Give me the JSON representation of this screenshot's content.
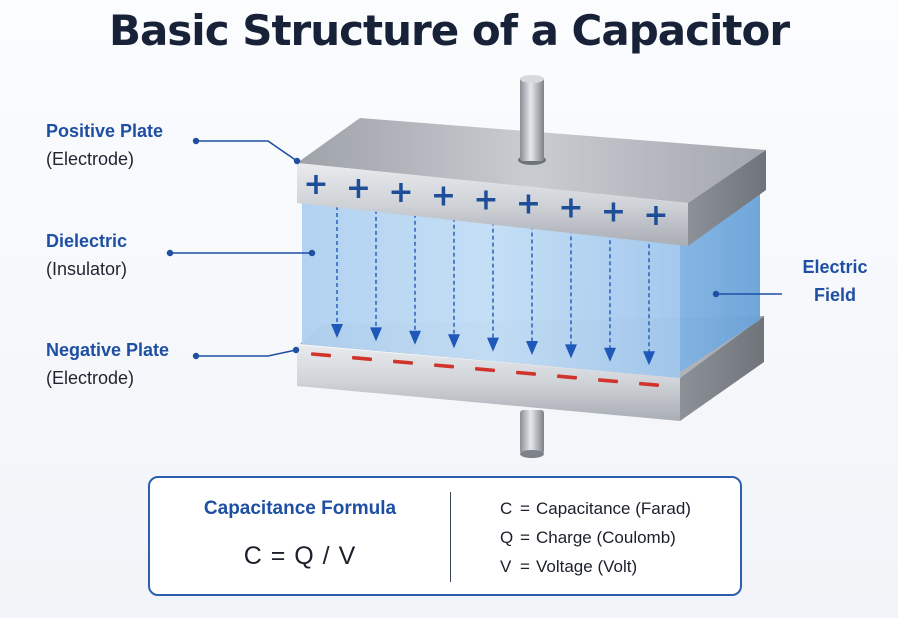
{
  "title": "Basic Structure of a Capacitor",
  "labels": {
    "positive_plate": {
      "name": "Positive Plate",
      "detail": "(Electrode)"
    },
    "dielectric": {
      "name": "Dielectric",
      "detail": "(Insulator)"
    },
    "negative_plate": {
      "name": "Negative Plate",
      "detail": "(Electrode)"
    },
    "electric_field": {
      "line1": "Electric",
      "line2": "Field"
    }
  },
  "plates": {
    "positive_symbol": "+",
    "negative_symbol": "−",
    "positive_count": 9,
    "negative_count": 9,
    "positive_color": "#1f4e99",
    "negative_color": "#d0342c"
  },
  "field_arrows": 9,
  "colors": {
    "accent": "#1e4fa3",
    "dielectric": "#a9cdef",
    "metal": "#b9bcc2",
    "arrow": "#1f58b8"
  },
  "formula": {
    "title": "Capacitance Formula",
    "equation": "C = Q / V",
    "definitions": [
      {
        "symbol": "C",
        "eq": "=",
        "meaning": "Capacitance (Farad)"
      },
      {
        "symbol": "Q",
        "eq": "=",
        "meaning": "Charge (Coulomb)"
      },
      {
        "symbol": "V",
        "eq": "=",
        "meaning": "Voltage (Volt)"
      }
    ]
  }
}
